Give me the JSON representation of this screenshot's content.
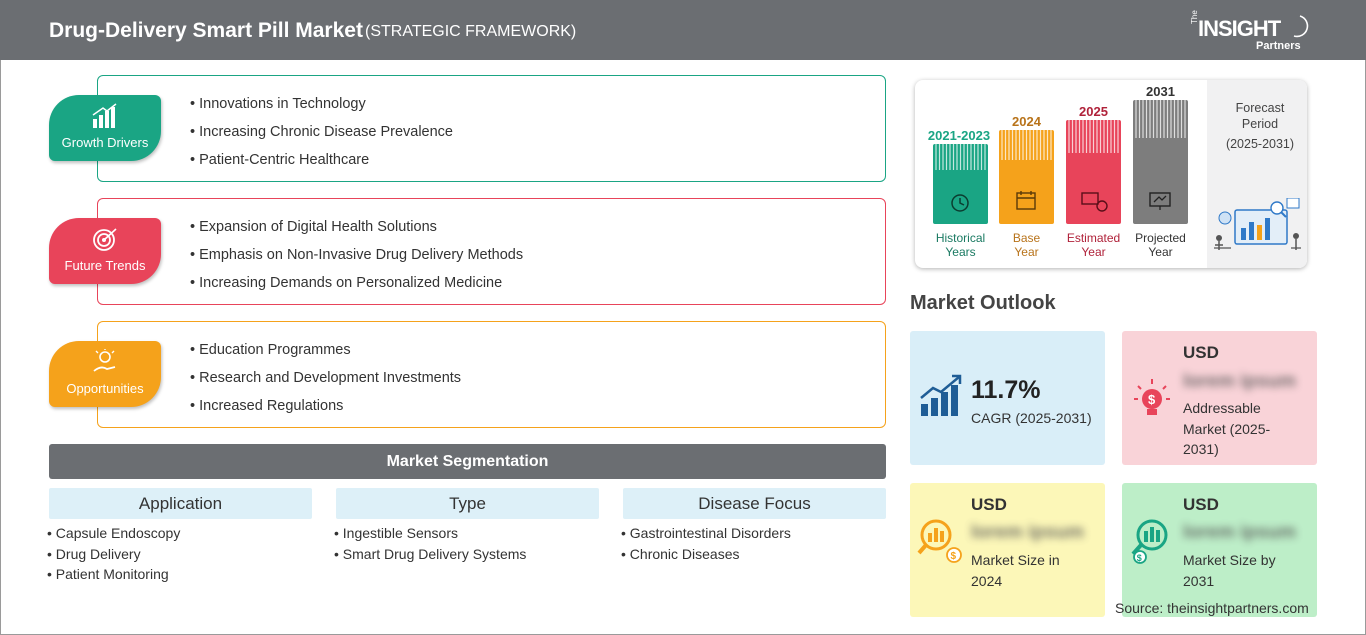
{
  "header": {
    "title": "Drug-Delivery Smart Pill Market",
    "subtitle": "(STRATEGIC FRAMEWORK)",
    "logo_main": "INSIGHT",
    "logo_the": "The",
    "logo_sub": "Partners"
  },
  "framework": {
    "growth_drivers": {
      "label": "Growth Drivers",
      "color": "#1aa584",
      "items": [
        "Innovations in Technology",
        "Increasing Chronic Disease Prevalence",
        "Patient-Centric Healthcare"
      ]
    },
    "future_trends": {
      "label": "Future Trends",
      "color": "#e8445a",
      "items": [
        "Expansion of Digital Health Solutions",
        "Emphasis on Non-Invasive Drug Delivery Methods",
        "Increasing Demands on Personalized Medicine"
      ]
    },
    "opportunities": {
      "label": "Opportunities",
      "color": "#f5a21b",
      "items": [
        "Education Programmes",
        "Research and Development Investments",
        "Increased Regulations"
      ]
    }
  },
  "segmentation": {
    "title": "Market Segmentation",
    "columns": [
      {
        "heading": "Application",
        "items": [
          "Capsule Endoscopy",
          "Drug Delivery",
          "Patient Monitoring"
        ]
      },
      {
        "heading": "Type",
        "items": [
          "Ingestible Sensors",
          "Smart Drug Delivery Systems"
        ]
      },
      {
        "heading": "Disease Focus",
        "items": [
          "Gastrointestinal Disorders",
          "Chronic Diseases"
        ]
      }
    ]
  },
  "timeline": {
    "periods": [
      {
        "year": "2021-2023",
        "label1": "Historical",
        "label2": "Years",
        "color": "#1aa584"
      },
      {
        "year": "2024",
        "label1": "Base",
        "label2": "Year",
        "color": "#f5a21b"
      },
      {
        "year": "2025",
        "label1": "Estimated",
        "label2": "Year",
        "color": "#e8445a"
      },
      {
        "year": "2031",
        "label1": "Projected",
        "label2": "Year",
        "color": "#7d7d7d"
      }
    ],
    "forecast_line1": "Forecast",
    "forecast_line2": "Period",
    "forecast_line3": "(2025-2031)"
  },
  "outlook": {
    "title": "Market Outlook",
    "cagr_value": "11.7%",
    "cagr_label": "CAGR (2025-2031)",
    "addressable_usd": "USD",
    "addressable_value": "lorem ipsum",
    "addressable_label": "Addressable Market (2025-2031)",
    "size2024_usd": "USD",
    "size2024_value": "lorem ipsum",
    "size2024_label": "Market Size in 2024",
    "size2031_usd": "USD",
    "size2031_value": "lorem ipsum",
    "size2031_label": "Market Size by 2031"
  },
  "source": "Source: theinsightpartners.com"
}
